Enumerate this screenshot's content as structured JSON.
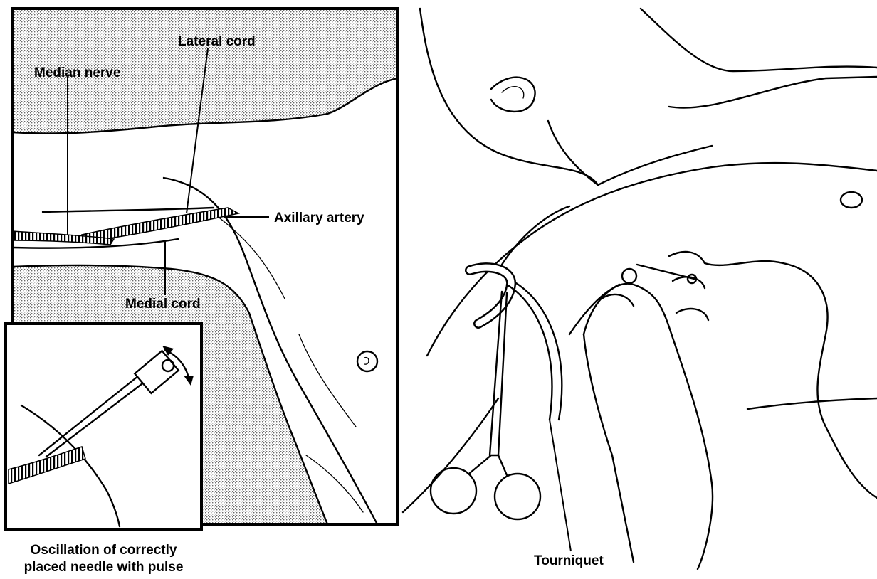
{
  "labels": {
    "lateral_cord": "Lateral cord",
    "median_nerve": "Median nerve",
    "axillary_artery": "Axillary artery",
    "medial_cord": "Medial cord",
    "tourniquet": "Tourniquet",
    "inset_caption_line1": "Oscillation of correctly",
    "inset_caption_line2": "placed needle with pulse"
  },
  "icons": {
    "oscillation_arrow": "double-headed-arrow-icon"
  },
  "colors": {
    "ink": "#000000",
    "shading": "#9a9a9a",
    "paper": "#ffffff"
  }
}
